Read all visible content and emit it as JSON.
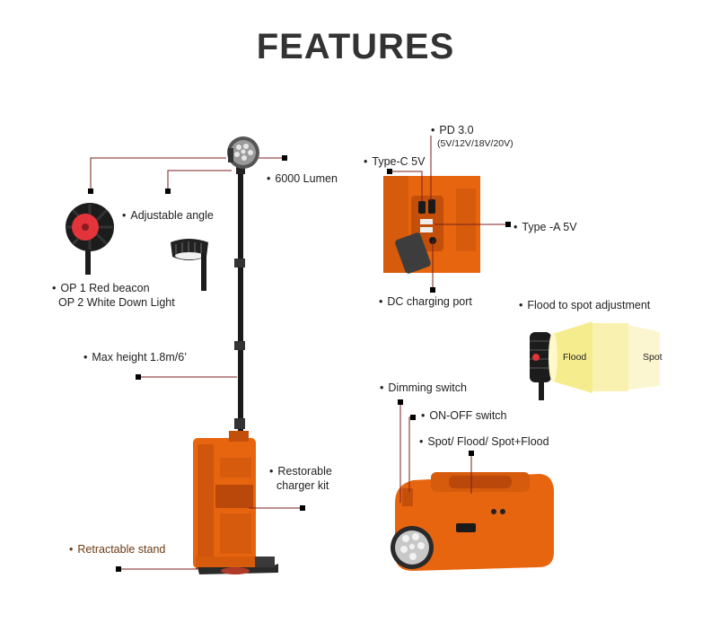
{
  "title": "FEATURES",
  "bullet": "•",
  "colors": {
    "orange": "#e8650f",
    "dark_orange": "#b9480a",
    "leader_red": "#7a1f1f",
    "pole": "#1a1a1a"
  },
  "labels": {
    "lumen": "6000 Lumen",
    "adjustable_angle": "Adjustable angle",
    "option_1": "OP 1 Red beacon",
    "option_2": "OP 2  White Down Light",
    "max_height": "Max height 1.8m/6’",
    "restorable_line1": "Restorable",
    "restorable_line2": "charger kit",
    "retractable_stand": "Retractable stand",
    "pd": "PD 3.0",
    "pd_voltages": "(5V/12V/18V/20V)",
    "type_c": "Type-C 5V",
    "type_a": "Type -A 5V",
    "dc_port": "DC charging port",
    "flood_spot_adjust": "Flood to spot adjustment",
    "flood": "Flood",
    "spot": "Spot",
    "dimming_switch": "Dimming switch",
    "on_off": "ON-OFF switch",
    "modes": "Spot/ Flood/ Spot+Flood"
  }
}
